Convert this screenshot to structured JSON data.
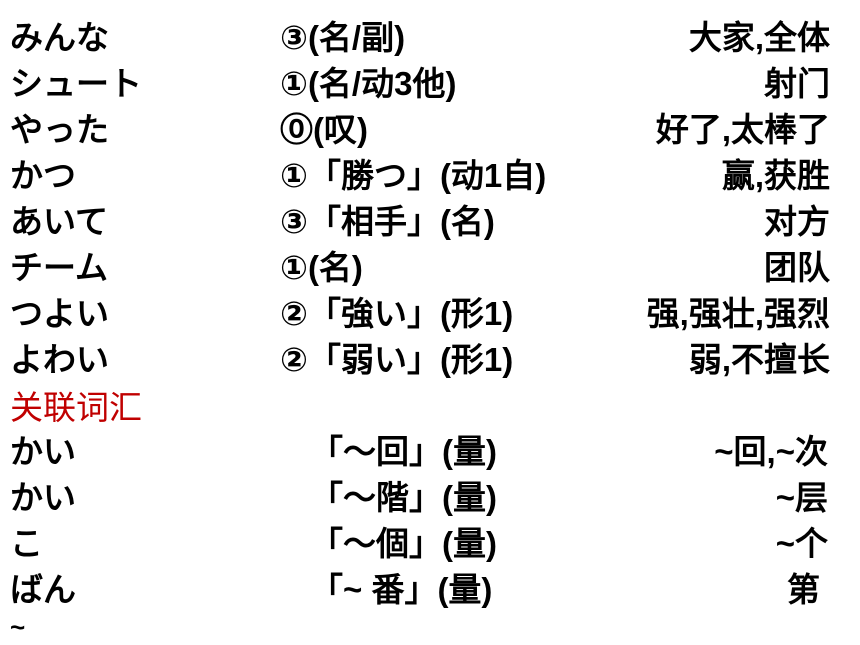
{
  "vocab": [
    {
      "word": "みんな",
      "grammar": "③(名/副)",
      "meaning": "大家,全体"
    },
    {
      "word": "シュート",
      "grammar": "①(名/动3他)",
      "meaning": "射门"
    },
    {
      "word": "やった",
      "grammar": "⓪(叹)",
      "meaning": "好了,太棒了"
    },
    {
      "word": "かつ",
      "grammar": "①「勝つ」(动1自)",
      "meaning": "赢,获胜"
    },
    {
      "word": "あいて",
      "grammar": "③「相手」(名)",
      "meaning": "对方"
    },
    {
      "word": "チーム",
      "grammar": "①(名)",
      "meaning": "团队"
    },
    {
      "word": "つよい",
      "grammar": "②「強い」(形1)",
      "meaning": "强,强壮,强烈"
    },
    {
      "word": "よわい",
      "grammar": "②「弱い」(形1)",
      "meaning": "弱,不擅长"
    }
  ],
  "related": {
    "heading": "关联词汇",
    "items": [
      {
        "word": "かい",
        "grammar": "「～回」(量)",
        "meaning": "~回,~次"
      },
      {
        "word": "かい",
        "grammar": "「～階」(量)",
        "meaning": "~层"
      },
      {
        "word": "こ",
        "grammar": "「～個」(量)",
        "meaning": "~个"
      },
      {
        "word": "ばん",
        "grammar": "「~ 番」(量)",
        "meaning": "第"
      }
    ],
    "trailing": "~"
  }
}
